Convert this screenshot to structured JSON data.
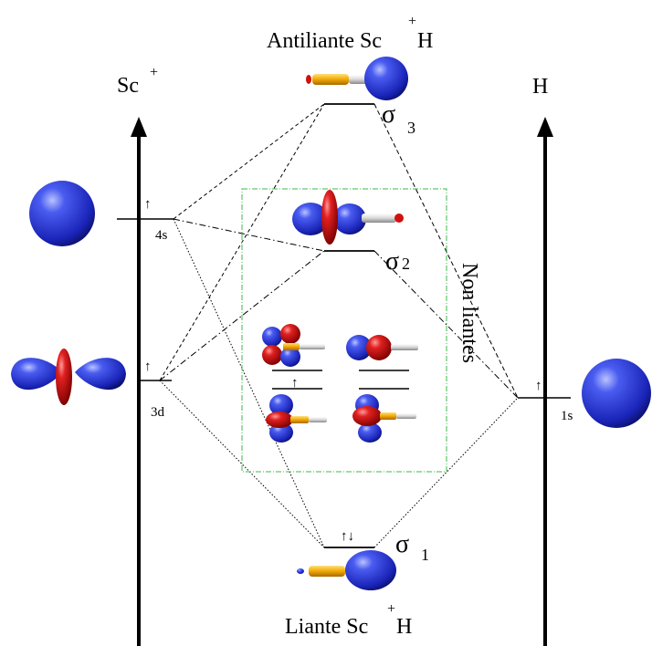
{
  "labels": {
    "left_axis": "Sc",
    "left_axis_sup": "+",
    "right_axis": "H",
    "top_title_prefix": "Antiliante Sc",
    "top_title_sup": "+",
    "top_title_suffix": "H",
    "bottom_title_prefix": "Liante Sc",
    "bottom_title_sup": "+",
    "bottom_title_suffix": "H",
    "sigma3": "σ",
    "sigma3_sub": "3",
    "sigma2": "σ",
    "sigma2_sub": "2",
    "sigma1": "σ",
    "sigma1_sub": "1",
    "level_4s": "4s",
    "level_3d": "3d",
    "level_1s": "1s",
    "non_bonding": "Non liantes"
  },
  "colors": {
    "lobe_blue": "#1f2fd6",
    "lobe_red": "#d01010",
    "bond_yellow": "#f0b000",
    "box_green": "#3cb84a"
  },
  "electrons": {
    "4s": "↑",
    "3d": "↑",
    "1s": "↑",
    "nonbonding": "↑",
    "sigma1": "↑↓"
  }
}
